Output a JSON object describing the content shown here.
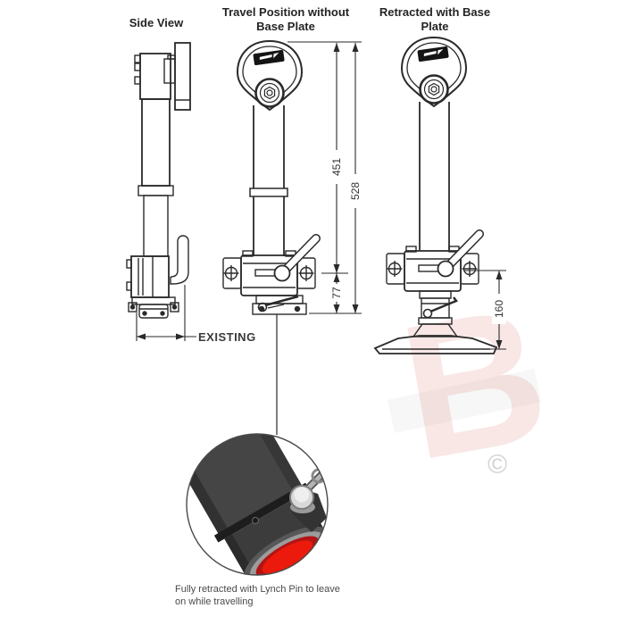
{
  "titles": {
    "side": "Side View",
    "travel1": "Travel Position without",
    "travel2": "Base Plate",
    "retracted1": "Retracted with Base",
    "retracted2": "Plate"
  },
  "dimensions": {
    "travel_height": "451",
    "total_height": "528",
    "clamp_offset": "77",
    "retracted_clearance": "160",
    "existing": "EXISTING"
  },
  "detail_note": {
    "line1": "Fully retracted with Lynch Pin to leave",
    "line2": "on while travelling"
  },
  "watermark": {
    "letter": "B",
    "copyright_symbol": "©"
  },
  "colors": {
    "line": "#2a2a2a",
    "dim_text": "#333333",
    "detail_tube": "#454545",
    "detail_cap_red": "#ec1a0c",
    "watermark_red": "#cd5f4e"
  }
}
